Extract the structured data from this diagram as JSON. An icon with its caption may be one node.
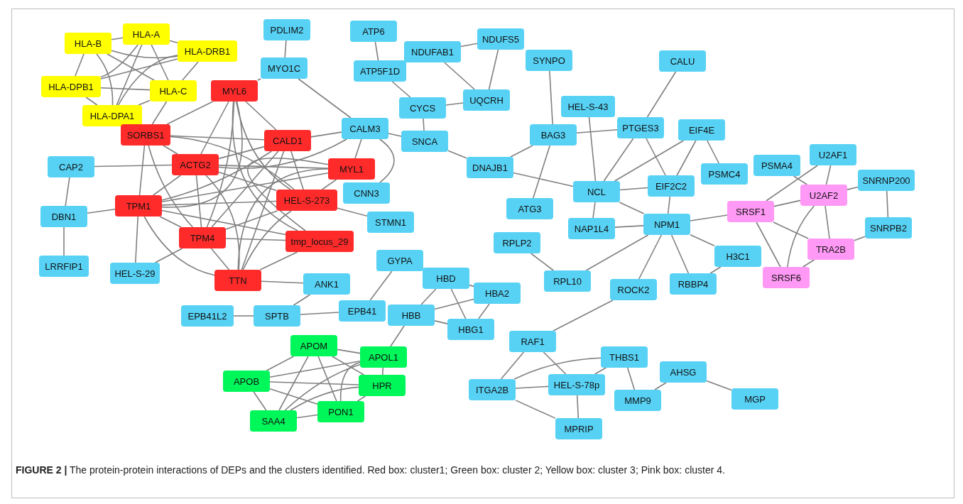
{
  "diagram": {
    "caption": "**FIGURE 2 |** The protein-protein interactions of DEPs and the clusters identified. Red box: cluster1; Green box: cluster 2; Yellow box: cluster 3; Pink box: cluster 4.",
    "nodes": [
      {
        "text": [
          "HLA-A"
        ]
      },
      {
        "text": [
          "HLA-B"
        ]
      },
      {
        "text": [
          "HLA-DRB1"
        ]
      },
      {
        "text": [
          "HLA-DPB1"
        ]
      },
      {
        "text": [
          "HLA-C"
        ]
      },
      {
        "text": [
          "HLA-DPA1"
        ]
      },
      {
        "text": [
          "PDLIM2"
        ]
      },
      {
        "text": [
          "MYO1C"
        ]
      },
      {
        "text": [
          "MYL6"
        ]
      },
      {
        "text": [
          "SORBS1"
        ]
      },
      {
        "text": [
          "CAP2"
        ]
      },
      {
        "text": [
          "ACTG2"
        ]
      },
      {
        "text": [
          "CALD1"
        ]
      },
      {
        "text": [
          "MYL1"
        ]
      },
      {
        "text": [
          "HEL-S-273"
        ]
      },
      {
        "text": [
          "TPM1"
        ]
      },
      {
        "text": [
          "DBN1"
        ]
      },
      {
        "text": [
          "TPM4"
        ]
      },
      {
        "text": [
          "tmp_locus_29"
        ]
      },
      {
        "text": [
          "LRRFIP1"
        ]
      },
      {
        "text": [
          "HEL-S-29"
        ]
      },
      {
        "text": [
          "TTN"
        ]
      },
      {
        "text": [
          "ATP6"
        ]
      },
      {
        "text": [
          "ATP5F1D"
        ]
      },
      {
        "text": [
          "NDUFAB1"
        ]
      },
      {
        "text": [
          "NDUFS5"
        ]
      },
      {
        "text": [
          "UQCRH"
        ]
      },
      {
        "text": [
          "CYCS"
        ]
      },
      {
        "text": [
          "CALM3"
        ]
      },
      {
        "text": [
          "SNCA"
        ]
      },
      {
        "text": [
          "CNN3"
        ]
      },
      {
        "text": [
          "STMN1"
        ]
      },
      {
        "text": [
          "SYNPO"
        ]
      },
      {
        "text": [
          "BAG3"
        ]
      },
      {
        "text": [
          "HEL-S-43"
        ]
      },
      {
        "text": [
          "PTGES3"
        ]
      },
      {
        "text": [
          "CALU"
        ]
      },
      {
        "text": [
          "EIF4E"
        ]
      },
      {
        "text": [
          "DNAJB1"
        ]
      },
      {
        "text": [
          "NCL"
        ]
      },
      {
        "text": [
          "EIF2C2"
        ]
      },
      {
        "text": [
          "ATG3"
        ]
      },
      {
        "text": [
          "NAP1L4"
        ]
      },
      {
        "text": [
          "NPM1"
        ]
      },
      {
        "text": [
          "PSMC4"
        ]
      },
      {
        "text": [
          "PSMA4"
        ]
      },
      {
        "text": [
          "U2AF1"
        ]
      },
      {
        "text": [
          "U2AF2"
        ]
      },
      {
        "text": [
          "SNRNP200"
        ]
      },
      {
        "text": [
          "SRSF1"
        ]
      },
      {
        "text": [
          "SNRPB2"
        ]
      },
      {
        "text": [
          "TRA2B"
        ]
      },
      {
        "text": [
          "SRSF6"
        ]
      },
      {
        "text": [
          "H3C1"
        ]
      },
      {
        "text": [
          "RBBP4"
        ]
      },
      {
        "text": [
          "RPLP2"
        ]
      },
      {
        "text": [
          "RPL10"
        ]
      },
      {
        "text": [
          "ROCK2"
        ]
      },
      {
        "text": [
          "ANK1"
        ]
      },
      {
        "text": [
          "GYPA"
        ]
      },
      {
        "text": [
          "HBD"
        ]
      },
      {
        "text": [
          "HBA2"
        ]
      },
      {
        "text": [
          "EPB41"
        ]
      },
      {
        "text": [
          "EPB41L2"
        ]
      },
      {
        "text": [
          "SPTB"
        ]
      },
      {
        "text": [
          "HBB"
        ]
      },
      {
        "text": [
          "HBG1"
        ]
      },
      {
        "text": [
          "APOM"
        ]
      },
      {
        "text": [
          "APOL1"
        ]
      },
      {
        "text": [
          "APOB"
        ]
      },
      {
        "text": [
          "HPR"
        ]
      },
      {
        "text": [
          "PON1"
        ]
      },
      {
        "text": [
          "SAA4"
        ]
      },
      {
        "text": [
          "RAF1"
        ]
      },
      {
        "text": [
          "THBS1"
        ]
      },
      {
        "text": [
          "AHSG"
        ]
      },
      {
        "text": [
          "ITGA2B"
        ]
      },
      {
        "text": [
          "HEL-S-78p"
        ]
      },
      {
        "text": [
          "MMP9"
        ]
      },
      {
        "text": [
          "MGP"
        ]
      },
      {
        "text": [
          "MPRIP"
        ]
      }
    ],
    "edges": [
      {
        "from": 1,
        "to": 0,
        "arrow": "none"
      },
      {
        "from": 1,
        "to": 2,
        "arrow": "none"
      },
      {
        "from": 0,
        "to": 2,
        "arrow": "none"
      },
      {
        "from": 1,
        "to": 3,
        "arrow": "none"
      },
      {
        "from": 1,
        "to": 5,
        "arrow": "none"
      },
      {
        "from": 1,
        "to": 4,
        "arrow": "none"
      },
      {
        "from": 0,
        "to": 3,
        "arrow": "none"
      },
      {
        "from": 0,
        "to": 5,
        "arrow": "none"
      },
      {
        "from": 0,
        "to": 4,
        "arrow": "none"
      },
      {
        "from": 2,
        "to": 3,
        "arrow": "none"
      },
      {
        "from": 2,
        "to": 5,
        "arrow": "none"
      },
      {
        "from": 2,
        "to": 4,
        "arrow": "none"
      },
      {
        "from": 3,
        "to": 4,
        "arrow": "none"
      },
      {
        "from": 3,
        "to": 5,
        "arrow": "none"
      },
      {
        "from": 5,
        "to": 4,
        "arrow": "none"
      },
      {
        "from": 4,
        "to": 9,
        "arrow": "none"
      },
      {
        "from": 6,
        "to": 7,
        "arrow": "none"
      },
      {
        "from": 7,
        "to": 8,
        "arrow": "none"
      },
      {
        "from": 7,
        "to": 28,
        "arrow": "none"
      },
      {
        "from": 8,
        "to": 9,
        "arrow": "none"
      },
      {
        "from": 8,
        "to": 15,
        "arrow": "none"
      },
      {
        "from": 8,
        "to": 11,
        "arrow": "none"
      },
      {
        "from": 8,
        "to": 17,
        "arrow": "none"
      },
      {
        "from": 8,
        "to": 12,
        "arrow": "none"
      },
      {
        "from": 8,
        "to": 14,
        "arrow": "none"
      },
      {
        "from": 8,
        "to": 18,
        "arrow": "none"
      },
      {
        "from": 9,
        "to": 12,
        "arrow": "none"
      },
      {
        "from": 9,
        "to": 11,
        "arrow": "none"
      },
      {
        "from": 9,
        "to": 17,
        "arrow": "none"
      },
      {
        "from": 9,
        "to": 14,
        "arrow": "none"
      },
      {
        "from": 9,
        "to": 15,
        "arrow": "none"
      },
      {
        "from": 10,
        "to": 11,
        "arrow": "none"
      },
      {
        "from": 10,
        "to": 16,
        "arrow": "none"
      },
      {
        "from": 16,
        "to": 15,
        "arrow": "none"
      },
      {
        "from": 16,
        "to": 19,
        "arrow": "none"
      },
      {
        "from": 11,
        "to": 12,
        "arrow": "none"
      },
      {
        "from": 11,
        "to": 13,
        "arrow": "none"
      },
      {
        "from": 11,
        "to": 14,
        "arrow": "none"
      },
      {
        "from": 11,
        "to": 15,
        "arrow": "none"
      },
      {
        "from": 11,
        "to": 17,
        "arrow": "none"
      },
      {
        "from": 11,
        "to": 21,
        "arrow": "none"
      },
      {
        "from": 11,
        "to": 28,
        "arrow": "none"
      },
      {
        "from": 12,
        "to": 28,
        "arrow": "none"
      },
      {
        "from": 12,
        "to": 15,
        "arrow": "none"
      },
      {
        "from": 12,
        "to": 14,
        "arrow": "none"
      },
      {
        "from": 12,
        "to": 17,
        "arrow": "none"
      },
      {
        "from": 12,
        "to": 21,
        "arrow": "none"
      },
      {
        "from": 13,
        "to": 28,
        "arrow": "none"
      },
      {
        "from": 13,
        "to": 15,
        "arrow": "none"
      },
      {
        "from": 13,
        "to": 14,
        "arrow": "none"
      },
      {
        "from": 13,
        "to": 18,
        "arrow": "none"
      },
      {
        "from": 13,
        "to": 21,
        "arrow": "none"
      },
      {
        "from": 15,
        "to": 14,
        "arrow": "none"
      },
      {
        "from": 15,
        "to": 17,
        "arrow": "none"
      },
      {
        "from": 15,
        "to": 21,
        "arrow": "none"
      },
      {
        "from": 15,
        "to": 18,
        "arrow": "none"
      },
      {
        "from": 15,
        "to": 20,
        "arrow": "none"
      },
      {
        "from": 17,
        "to": 14,
        "arrow": "none"
      },
      {
        "from": 17,
        "to": 21,
        "arrow": "none"
      },
      {
        "from": 17,
        "to": 18,
        "arrow": "none"
      },
      {
        "from": 14,
        "to": 31,
        "arrow": "none"
      },
      {
        "from": 14,
        "to": 21,
        "arrow": "none"
      },
      {
        "from": 20,
        "to": 17,
        "arrow": "none"
      },
      {
        "from": 18,
        "to": 21,
        "arrow": "none"
      },
      {
        "from": 21,
        "to": 58,
        "arrow": "none"
      },
      {
        "from": 28,
        "to": 30,
        "arrow": "none"
      },
      {
        "from": 28,
        "to": 29,
        "arrow": "none"
      },
      {
        "from": 22,
        "to": 23,
        "arrow": "none"
      },
      {
        "from": 23,
        "to": 27,
        "arrow": "none"
      },
      {
        "from": 24,
        "to": 25,
        "arrow": "none"
      },
      {
        "from": 24,
        "to": 26,
        "arrow": "none"
      },
      {
        "from": 25,
        "to": 26,
        "arrow": "none"
      },
      {
        "from": 27,
        "to": 26,
        "arrow": "none"
      },
      {
        "from": 27,
        "to": 29,
        "arrow": "none"
      },
      {
        "from": 29,
        "to": 38,
        "arrow": "none"
      },
      {
        "from": 38,
        "to": 33,
        "arrow": "none"
      },
      {
        "from": 38,
        "to": 39,
        "arrow": "none"
      },
      {
        "from": 32,
        "to": 33,
        "arrow": "none"
      },
      {
        "from": 33,
        "to": 41,
        "arrow": "none"
      },
      {
        "from": 33,
        "to": 35,
        "arrow": "none"
      },
      {
        "from": 34,
        "to": 39,
        "arrow": "none"
      },
      {
        "from": 36,
        "to": 35,
        "arrow": "none"
      },
      {
        "from": 35,
        "to": 39,
        "arrow": "none"
      },
      {
        "from": 35,
        "to": 40,
        "arrow": "none"
      },
      {
        "from": 37,
        "to": 39,
        "arrow": "none"
      },
      {
        "from": 37,
        "to": 40,
        "arrow": "none"
      },
      {
        "from": 37,
        "to": 44,
        "arrow": "none"
      },
      {
        "from": 39,
        "to": 40,
        "arrow": "none"
      },
      {
        "from": 39,
        "to": 42,
        "arrow": "none"
      },
      {
        "from": 39,
        "to": 43,
        "arrow": "none"
      },
      {
        "from": 40,
        "to": 43,
        "arrow": "none"
      },
      {
        "from": 42,
        "to": 43,
        "arrow": "none"
      },
      {
        "from": 43,
        "to": 49,
        "arrow": "none"
      },
      {
        "from": 43,
        "to": 53,
        "arrow": "none"
      },
      {
        "from": 43,
        "to": 54,
        "arrow": "none"
      },
      {
        "from": 43,
        "to": 57,
        "arrow": "none"
      },
      {
        "from": 43,
        "to": 56,
        "arrow": "none"
      },
      {
        "from": 55,
        "to": 56,
        "arrow": "none"
      },
      {
        "from": 45,
        "to": 47,
        "arrow": "none"
      },
      {
        "from": 46,
        "to": 49,
        "arrow": "none"
      },
      {
        "from": 46,
        "to": 47,
        "arrow": "none"
      },
      {
        "from": 47,
        "to": 48,
        "arrow": "none"
      },
      {
        "from": 49,
        "to": 47,
        "arrow": "none"
      },
      {
        "from": 48,
        "to": 50,
        "arrow": "none"
      },
      {
        "from": 50,
        "to": 51,
        "arrow": "none"
      },
      {
        "from": 49,
        "to": 51,
        "arrow": "none"
      },
      {
        "from": 49,
        "to": 52,
        "arrow": "none"
      },
      {
        "from": 47,
        "to": 52,
        "arrow": "none"
      },
      {
        "from": 47,
        "to": 51,
        "arrow": "none"
      },
      {
        "from": 51,
        "to": 52,
        "arrow": "none"
      },
      {
        "from": 53,
        "to": 54,
        "arrow": "none"
      },
      {
        "from": 57,
        "to": 73,
        "arrow": "none"
      },
      {
        "from": 58,
        "to": 64,
        "arrow": "none"
      },
      {
        "from": 63,
        "to": 64,
        "arrow": "none"
      },
      {
        "from": 64,
        "to": 62,
        "arrow": "none"
      },
      {
        "from": 62,
        "to": 59,
        "arrow": "none"
      },
      {
        "from": 60,
        "to": 65,
        "arrow": "none"
      },
      {
        "from": 60,
        "to": 66,
        "arrow": "none"
      },
      {
        "from": 60,
        "to": 61,
        "arrow": "none"
      },
      {
        "from": 65,
        "to": 61,
        "arrow": "none"
      },
      {
        "from": 65,
        "to": 66,
        "arrow": "none"
      },
      {
        "from": 61,
        "to": 66,
        "arrow": "none"
      },
      {
        "from": 65,
        "to": 68,
        "arrow": "none"
      },
      {
        "from": 67,
        "to": 69,
        "arrow": "none"
      },
      {
        "from": 67,
        "to": 72,
        "arrow": "none"
      },
      {
        "from": 67,
        "to": 71,
        "arrow": "none"
      },
      {
        "from": 67,
        "to": 68,
        "arrow": "none"
      },
      {
        "from": 67,
        "to": 70,
        "arrow": "none"
      },
      {
        "from": 69,
        "to": 68,
        "arrow": "none"
      },
      {
        "from": 69,
        "to": 70,
        "arrow": "none"
      },
      {
        "from": 69,
        "to": 71,
        "arrow": "none"
      },
      {
        "from": 69,
        "to": 72,
        "arrow": "none"
      },
      {
        "from": 72,
        "to": 68,
        "arrow": "none"
      },
      {
        "from": 72,
        "to": 70,
        "arrow": "none"
      },
      {
        "from": 72,
        "to": 71,
        "arrow": "none"
      },
      {
        "from": 71,
        "to": 68,
        "arrow": "none"
      },
      {
        "from": 71,
        "to": 70,
        "arrow": "none"
      },
      {
        "from": 68,
        "to": 70,
        "arrow": "none"
      },
      {
        "from": 73,
        "to": 76,
        "arrow": "none"
      },
      {
        "from": 73,
        "to": 77,
        "arrow": "none"
      },
      {
        "from": 76,
        "to": 74,
        "arrow": "none"
      },
      {
        "from": 76,
        "to": 77,
        "arrow": "none"
      },
      {
        "from": 76,
        "to": 80,
        "arrow": "none"
      },
      {
        "from": 77,
        "to": 80,
        "arrow": "none"
      },
      {
        "from": 74,
        "to": 77,
        "arrow": "none"
      },
      {
        "from": 74,
        "to": 78,
        "arrow": "none"
      },
      {
        "from": 78,
        "to": 75,
        "arrow": "none"
      },
      {
        "from": 75,
        "to": 79,
        "arrow": "none"
      }
    ]
  }
}
